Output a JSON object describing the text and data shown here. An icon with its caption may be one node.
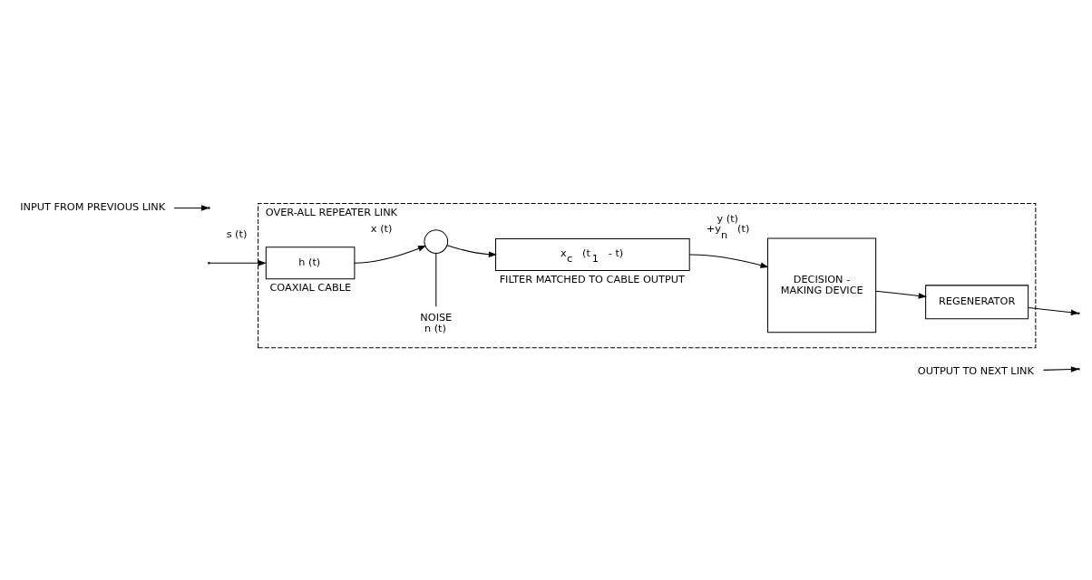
{
  "diagram": {
    "nodes": [
      {
        "text": [
          "OVER-ALL REPEATER LINK"
        ]
      },
      {
        "text": [
          "h (t)"
        ],
        "in": 0,
        "beside": [
          "COAXIAL CABLE"
        ]
      },
      {
        "text": [],
        "shape": "circle",
        "in": 0
      },
      {
        "text": [
          "x$_{c}$ (t$_{1}$ - t)"
        ],
        "in": 0,
        "beside": [
          "FILTER MATCHED TO CABLE OUTPUT"
        ]
      },
      {
        "text": [
          "DECISION - MAKING DEVICE"
        ],
        "in": 0
      },
      {
        "text": [
          "REGENERATOR"
        ],
        "in": 0
      },
      {
        "text": [
          "NOISE",
          "n (t)"
        ],
        "in": 0
      },
      {
        "text": [
          "INPUT FROM PREVIOUS LINK"
        ]
      },
      {
        "text": [
          "OUTPUT TO NEXT LINK"
        ]
      }
    ],
    "edges": [
      {
        "from": null,
        "to": 1,
        "arrow": "to",
        "label": "s (t)"
      },
      {
        "from": 1,
        "to": 2,
        "arrow": "to",
        "label": "x (t)"
      },
      {
        "from": 6,
        "to": 2,
        "arrow": "none"
      },
      {
        "from": 2,
        "to": 3,
        "arrow": "to"
      },
      {
        "from": 3,
        "to": 4,
        "arrow": "to",
        "label": "y (t) +y$_{n}$ (t)"
      },
      {
        "from": 4,
        "to": 5,
        "arrow": "to"
      },
      {
        "from": 5,
        "to": null,
        "arrow": "to"
      },
      {
        "from": 7,
        "to": null,
        "arrow": "to"
      },
      {
        "from": 8,
        "to": null,
        "arrow": "to"
      }
    ]
  }
}
